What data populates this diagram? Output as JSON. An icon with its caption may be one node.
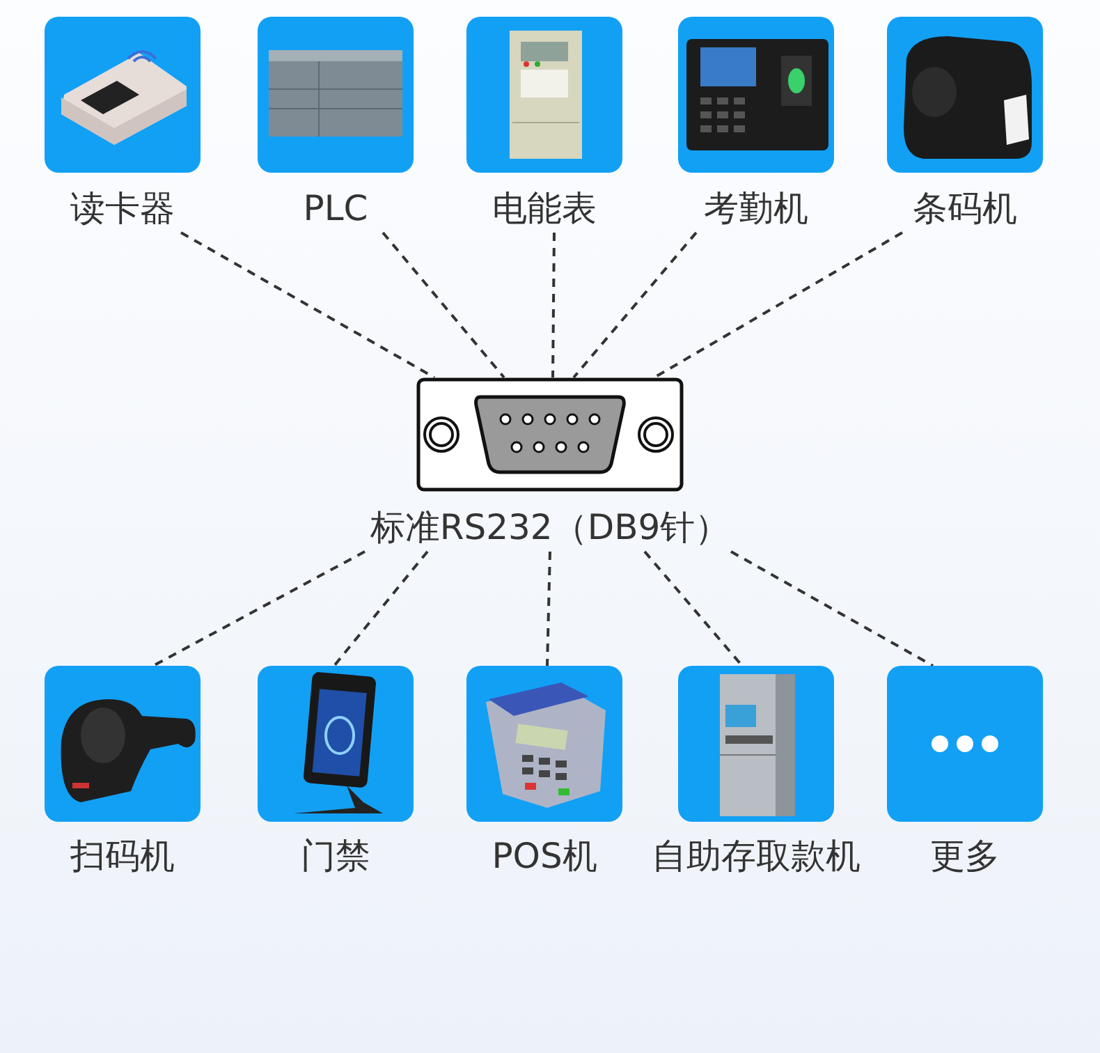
{
  "diagram": {
    "nodes": [
      {
        "text": [
          "读卡器"
        ]
      },
      {
        "text": [
          "PLC"
        ]
      },
      {
        "text": [
          "电能表"
        ]
      },
      {
        "text": [
          "考勤机"
        ]
      },
      {
        "text": [
          "条码机"
        ]
      },
      {
        "text": [
          "标准RS232（DB9针）"
        ]
      },
      {
        "text": [
          "扫码机"
        ]
      },
      {
        "text": [
          "门禁"
        ]
      },
      {
        "text": [
          "POS机"
        ]
      },
      {
        "text": [
          "自助存取款机"
        ]
      },
      {
        "text": [
          "更多"
        ]
      }
    ],
    "edges": [
      {
        "from": 0,
        "to": 5,
        "arrow": "none",
        "style": "dashed"
      },
      {
        "from": 1,
        "to": 5,
        "arrow": "none",
        "style": "dashed"
      },
      {
        "from": 2,
        "to": 5,
        "arrow": "none",
        "style": "dashed"
      },
      {
        "from": 3,
        "to": 5,
        "arrow": "none",
        "style": "dashed"
      },
      {
        "from": 4,
        "to": 5,
        "arrow": "none",
        "style": "dashed"
      },
      {
        "from": 5,
        "to": 6,
        "arrow": "none",
        "style": "dashed"
      },
      {
        "from": 5,
        "to": 7,
        "arrow": "none",
        "style": "dashed"
      },
      {
        "from": 5,
        "to": 8,
        "arrow": "none",
        "style": "dashed"
      },
      {
        "from": 5,
        "to": 9,
        "arrow": "none",
        "style": "dashed"
      },
      {
        "from": 5,
        "to": 10,
        "arrow": "none",
        "style": "dashed"
      }
    ]
  }
}
